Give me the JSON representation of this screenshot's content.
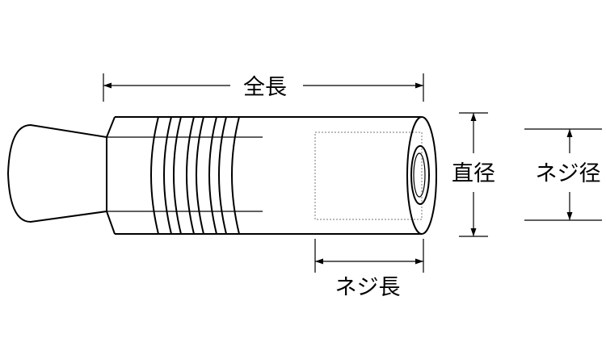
{
  "labels": {
    "overall_length": "全長",
    "outer_diameter": "直径",
    "thread_diameter": "ネジ径",
    "thread_length": "ネジ長"
  }
}
